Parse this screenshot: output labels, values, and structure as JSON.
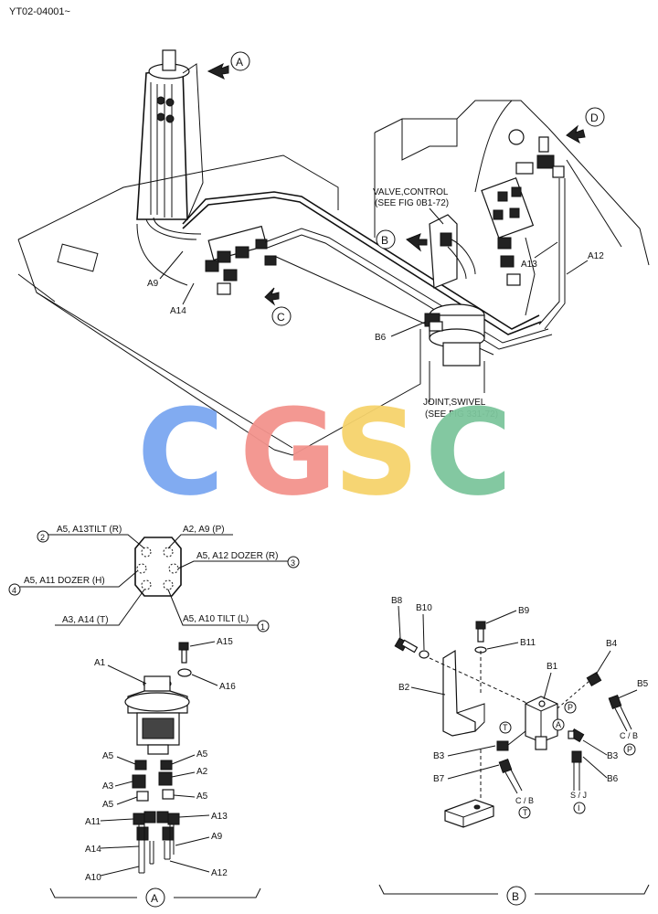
{
  "doc_id": "YT02-04001~",
  "callouts": {
    "A": "A",
    "B": "B",
    "C": "C",
    "D": "D"
  },
  "notes": {
    "valve_line1": "VALVE,CONTROL",
    "valve_line2": "(SEE FIG 0B1-72)",
    "joint_line1": "JOINT,SWIVEL",
    "joint_line2": "(SEE FIG 331-72)"
  },
  "main_labels": {
    "a9": "A9",
    "a14": "A14",
    "a12": "A12",
    "a13": "A13",
    "b6": "B6"
  },
  "watermark": {
    "letters": [
      "C",
      "G",
      "S",
      "C"
    ],
    "colors": [
      "#7aa7f0",
      "#f2928c",
      "#f6d36b",
      "#7cc59c"
    ]
  },
  "port_diagram": {
    "labels": {
      "tilt_r": "A5, A13TILT (R)",
      "a2a9": "A2, A9 (P)",
      "dozer_r": "A5, A12 DOZER (R)",
      "dozer_h": "A5, A11 DOZER (H)",
      "a3a14": "A3, A14 (T)",
      "tilt_l": "A5, A10 TILT (L)"
    },
    "numbers": {
      "n1": "1",
      "n2": "2",
      "n3": "3",
      "n4": "4"
    }
  },
  "detail_a_labels": {
    "a15": "A15",
    "a16": "A16",
    "a1": "A1",
    "a5_l1": "A5",
    "a5_r1": "A5",
    "a3": "A3",
    "a2": "A2",
    "a5_l2": "A5",
    "a5_r2": "A5",
    "a11": "A11",
    "a13": "A13",
    "a9": "A9",
    "a14": "A14",
    "a10": "A10",
    "a12": "A12"
  },
  "detail_b_labels": {
    "b8": "B8",
    "b10": "B10",
    "b9": "B9",
    "b11": "B11",
    "b4": "B4",
    "b2": "B2",
    "b1": "B1",
    "b5": "B5",
    "b3_l": "B3",
    "b3_r": "B3",
    "b7": "B7",
    "b6": "B6",
    "p1": "P",
    "a": "A",
    "t1": "T",
    "cb1": "C / B",
    "p2": "P",
    "cb2": "C / B",
    "t2": "T",
    "sj": "S / J",
    "i": "I"
  },
  "section_labels": {
    "a": "A",
    "b": "B"
  }
}
